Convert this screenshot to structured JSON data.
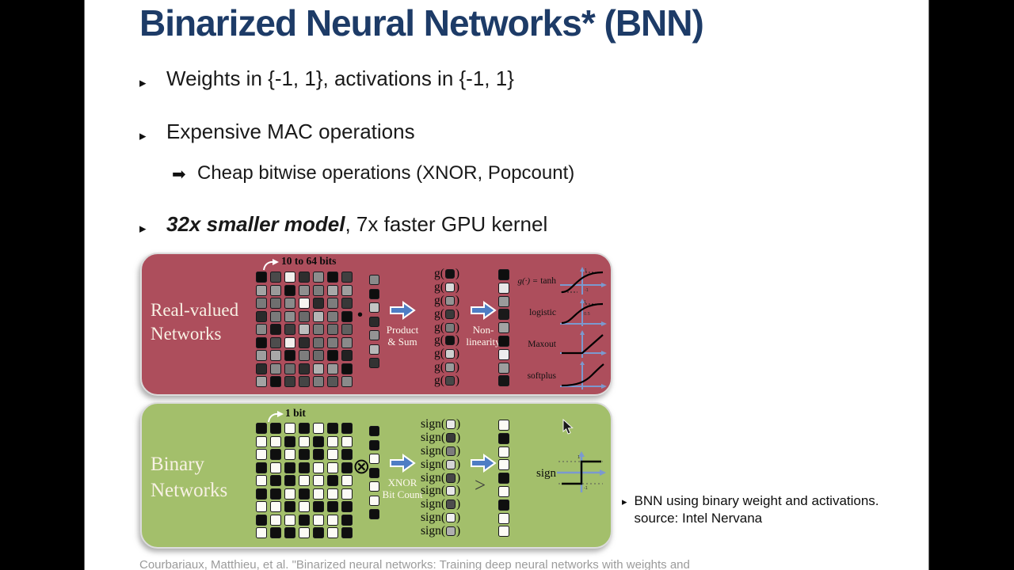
{
  "title": {
    "text": "Binarized Neural Networks* (BNN)",
    "color": "#1d3b67"
  },
  "bullets": {
    "marker": "▸",
    "item1": "Weights in {-1, 1}, activations in {-1, 1}",
    "item2": "Expensive MAC operations",
    "sub_marker": "➡",
    "sub_item": "Cheap bitwise operations (XNOR, Popcount)",
    "item3_bold": "32x smaller model",
    "item3_rest": ", 7x faster GPU kernel"
  },
  "figure": {
    "arrow_color": "#4e7dc4",
    "real": {
      "bg": "#ad4e5c",
      "label1": "Real-valued",
      "label2": "Networks",
      "bits": "10 to 64 bits",
      "dot": "•",
      "arrow1a": "Product",
      "arrow1b": "& Sum",
      "arrow2a": "Non-",
      "arrow2b": "linearity",
      "geq": "g(·) =",
      "activations": [
        "tanh",
        "logistic",
        "Maxout",
        "softplus"
      ],
      "axis_top": "1",
      "axis_bottom": "-1",
      "logistic_mid": "0.5",
      "fn": {
        "prefix": "g(",
        "suffix": ")",
        "cells": [
          "#111111",
          "#d9d9d9",
          "#949494",
          "#3a3a3a",
          "#7d7d7d",
          "#111111",
          "#cfcfcf",
          "#9a9a9a",
          "#474747"
        ]
      },
      "grid": [
        [
          "#0e0e0e",
          "#4a4a4a",
          "#f2efec",
          "#2e2e2e",
          "#8d8d8d",
          "#0e0e0e",
          "#404040"
        ],
        [
          "#a3a3a3",
          "#9a9a9a",
          "#0e0e0e",
          "#8f8f8f",
          "#7d7d7d",
          "#a8a8a8",
          "#9e9e9e"
        ],
        [
          "#7a7a7a",
          "#6f6f6f",
          "#8a8a8a",
          "#f7f4f0",
          "#2b2b2b",
          "#7d7d7d",
          "#383838"
        ],
        [
          "#2b2b2b",
          "#7a7a7a",
          "#8f8f8f",
          "#6b6b6b",
          "#b5b5b5",
          "#7d7d7d",
          "#0e0e0e"
        ],
        [
          "#8a8a8a",
          "#161616",
          "#3d3d3d",
          "#bdbdbd",
          "#7a7a7a",
          "#6f6f6f",
          "#606060"
        ],
        [
          "#0e0e0e",
          "#4d4d4d",
          "#f2efec",
          "#2b2b2b",
          "#6f6f6f",
          "#7d7d7d",
          "#8a8a8a"
        ],
        [
          "#9e9e9e",
          "#a8a8a8",
          "#0e0e0e",
          "#7d7d7d",
          "#6b6b6b",
          "#0e0e0e",
          "#222222"
        ],
        [
          "#2b2b2b",
          "#8a8a8a",
          "#6f6f6f",
          "#2e2e2e",
          "#b0b0b0",
          "#9a9a9a",
          "#0e0e0e"
        ],
        [
          "#a3a3a3",
          "#0e0e0e",
          "#3b3b3b",
          "#454545",
          "#7d7d7d",
          "#575757",
          "#8a8a8a"
        ]
      ],
      "vector": [
        "#8a8a8a",
        "#0e0e0e",
        "#c4c4c4",
        "#2b2b2b",
        "#949494",
        "#b8b8b8",
        "#333333"
      ],
      "out": [
        "#0e0e0e",
        "#e8e8e8",
        "#9a9a9a",
        "#1a1a1a",
        "#a3a3a3",
        "#0e0e0e",
        "#ededed",
        "#9e9e9e",
        "#161616"
      ]
    },
    "binary": {
      "bg": "#a3bf6b",
      "label1": "Binary",
      "label2": "Networks",
      "bits": "1 bit",
      "xnor": "⊗",
      "arrow1a": "XNOR",
      "arrow1b": "Bit Count",
      "gt": ">",
      "sign_label": "sign",
      "axis_top": "1",
      "axis_bottom": "-1",
      "fn": {
        "prefix": "sign(",
        "suffix": ")",
        "cells": [
          "#e8e8e8",
          "#3a3a3a",
          "#7d7d7d",
          "#d4d4d4",
          "#474747",
          "#e8e8e8",
          "#4d4d4d",
          "#f0f0f0",
          "#b0b0b0"
        ]
      },
      "grid": [
        [
          "#0f0f0f",
          "#0f0f0f",
          "#fcfbf5",
          "#0f0f0f",
          "#fcfbf5",
          "#0f0f0f",
          "#0f0f0f"
        ],
        [
          "#fcfbf5",
          "#fcfbf5",
          "#0f0f0f",
          "#fcfbf5",
          "#0f0f0f",
          "#fcfbf5",
          "#fcfbf5"
        ],
        [
          "#fcfbf5",
          "#0f0f0f",
          "#fcfbf5",
          "#0f0f0f",
          "#0f0f0f",
          "#fcfbf5",
          "#0f0f0f"
        ],
        [
          "#0f0f0f",
          "#fcfbf5",
          "#0f0f0f",
          "#0f0f0f",
          "#fcfbf5",
          "#fcfbf5",
          "#0f0f0f"
        ],
        [
          "#fcfbf5",
          "#0f0f0f",
          "#0f0f0f",
          "#fcfbf5",
          "#fcfbf5",
          "#0f0f0f",
          "#fcfbf5"
        ],
        [
          "#0f0f0f",
          "#0f0f0f",
          "#fcfbf5",
          "#0f0f0f",
          "#fcfbf5",
          "#fcfbf5",
          "#fcfbf5"
        ],
        [
          "#fcfbf5",
          "#fcfbf5",
          "#0f0f0f",
          "#fcfbf5",
          "#0f0f0f",
          "#0f0f0f",
          "#0f0f0f"
        ],
        [
          "#0f0f0f",
          "#fcfbf5",
          "#fcfbf5",
          "#0f0f0f",
          "#fcfbf5",
          "#fcfbf5",
          "#0f0f0f"
        ],
        [
          "#fcfbf5",
          "#0f0f0f",
          "#0f0f0f",
          "#fcfbf5",
          "#0f0f0f",
          "#fcfbf5",
          "#0f0f0f"
        ]
      ],
      "vector": [
        "#0f0f0f",
        "#0f0f0f",
        "#fcfbf5",
        "#0f0f0f",
        "#fcfbf5",
        "#fcfbf5",
        "#0f0f0f"
      ],
      "out": [
        "#fcfbf5",
        "#0f0f0f",
        "#fcfbf5",
        "#fcfbf5",
        "#0f0f0f",
        "#fcfbf5",
        "#0f0f0f",
        "#fcfbf5",
        "#fcfbf5"
      ]
    }
  },
  "caption": {
    "marker": "▸",
    "line1": "BNN using binary weight and activations.",
    "line2": "source: Intel Nervana"
  },
  "citation": "Courbariaux, Matthieu, et al. \"Binarized neural networks: Training deep neural networks with weights and"
}
